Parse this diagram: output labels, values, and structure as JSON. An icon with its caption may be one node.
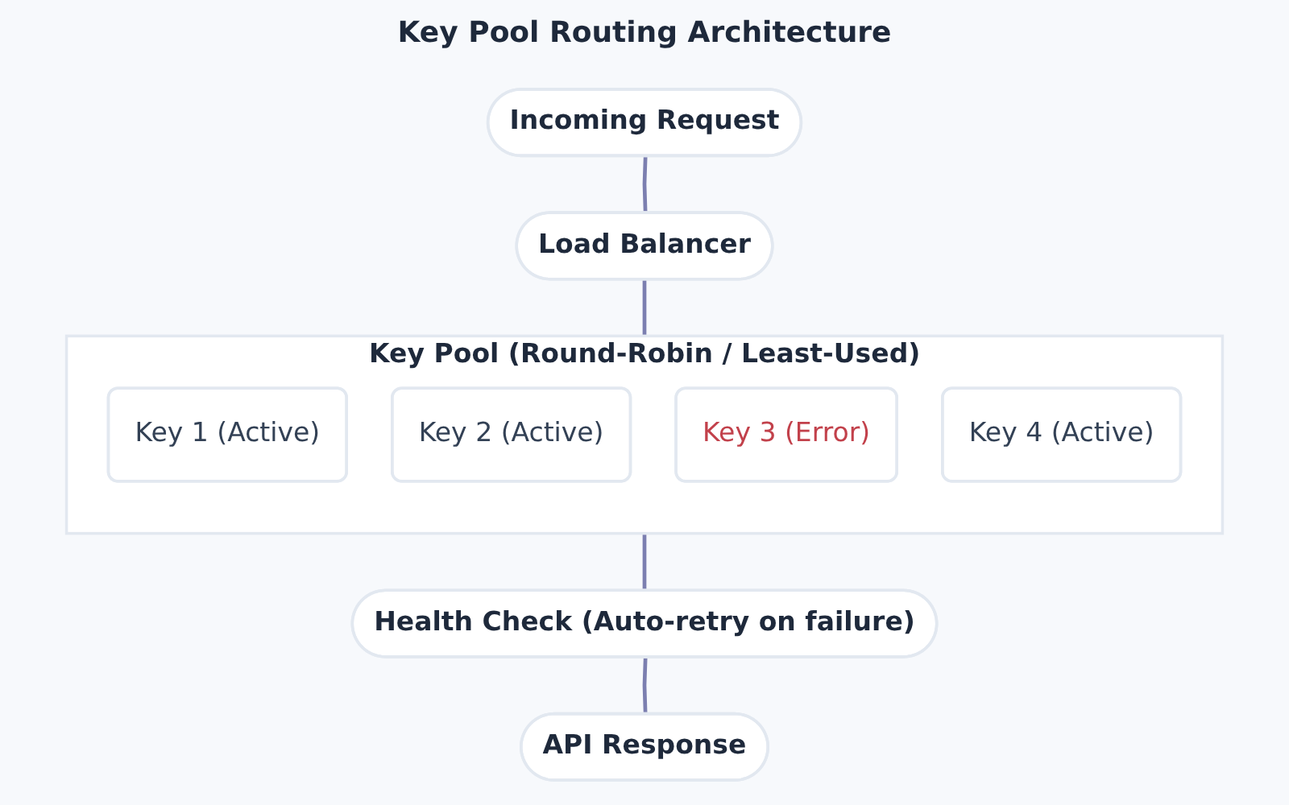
{
  "diagram": {
    "title": "Key Pool Routing Architecture",
    "nodes": [
      {
        "text": [
          "Incoming Request"
        ]
      },
      {
        "text": [
          "Load Balancer"
        ]
      },
      {
        "text": [
          "Key Pool (Round-Robin / Least-Used)"
        ]
      },
      {
        "text": [
          "Key 1 (Active)"
        ],
        "in": 2
      },
      {
        "text": [
          "Key 2 (Active)"
        ],
        "in": 2
      },
      {
        "text": [
          "Key 3 (Error)"
        ],
        "in": 2
      },
      {
        "text": [
          "Key 4 (Active)"
        ],
        "in": 2
      },
      {
        "text": [
          "Health Check (Auto-retry on failure)"
        ]
      },
      {
        "text": [
          "API Response"
        ]
      }
    ],
    "edges": [
      {
        "from": 0,
        "to": 1,
        "arrow": "none"
      },
      {
        "from": 1,
        "to": 2,
        "arrow": "none"
      },
      {
        "from": 2,
        "to": 7,
        "arrow": "none"
      },
      {
        "from": 7,
        "to": 8,
        "arrow": "none"
      }
    ]
  }
}
